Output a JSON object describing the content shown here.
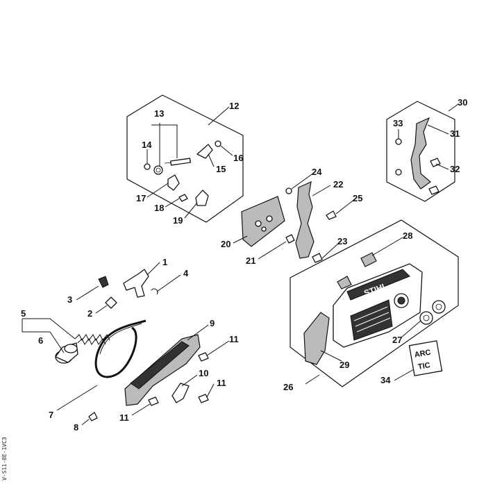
{
  "callouts": [
    "1",
    "2",
    "3",
    "4",
    "5",
    "6",
    "7",
    "8",
    "9",
    "10",
    "11",
    "11",
    "11",
    "12",
    "13",
    "14",
    "15",
    "16",
    "17",
    "18",
    "19",
    "20",
    "21",
    "22",
    "23",
    "24",
    "25",
    "26",
    "27",
    "28",
    "29",
    "30",
    "31",
    "32",
    "33",
    "34"
  ],
  "decal": {
    "line1": "ARC",
    "line2": "TIC"
  },
  "brand_mark": "STIHL",
  "side_code": "V-S11-8E-1VC3"
}
